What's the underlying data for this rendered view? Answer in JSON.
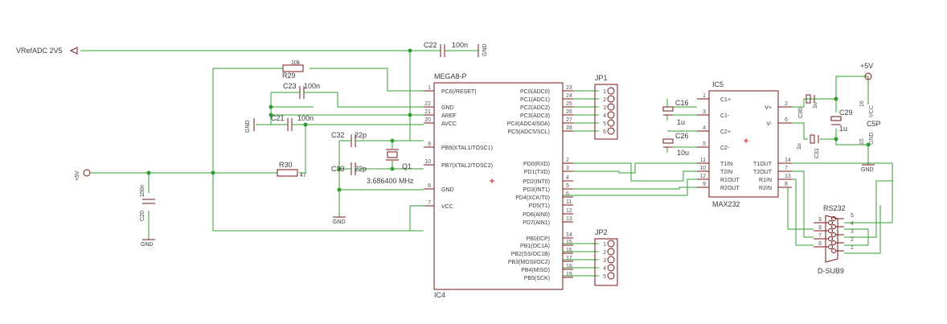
{
  "schematic": {
    "vref_label": "VRefADC 2V5",
    "plus5v": "+5V",
    "gnd": "GND",
    "c22": {
      "name": "C22",
      "value": "100n"
    },
    "r29": {
      "name": "R29",
      "value": "10k"
    },
    "c23": {
      "name": "C23",
      "value": "100n"
    },
    "c21": {
      "name": "C21",
      "value": "100n"
    },
    "c32": {
      "name": "C32",
      "value": "22p"
    },
    "c33": {
      "name": "C33",
      "value": "22p"
    },
    "q1": {
      "name": "Q1",
      "value": "3.686400 MHz"
    },
    "r30": {
      "name": "R30",
      "value": "47"
    },
    "c20": {
      "name": "C20",
      "value": "100n"
    },
    "ic4": {
      "type": "MEGA8-P",
      "name": "IC4",
      "left_pins": [
        {
          "num": "1",
          "label": "PC6(/RESET)"
        },
        {
          "num": "22",
          "label": "GND"
        },
        {
          "num": "21",
          "label": "AREF"
        },
        {
          "num": "20",
          "label": "AVCC"
        },
        {
          "num": "9",
          "label": "PB6(XTAL1/TOSC1)"
        },
        {
          "num": "10",
          "label": "PB7(XTAL2/TOSC2)"
        },
        {
          "num": "8",
          "label": "GND"
        },
        {
          "num": "7",
          "label": "VCC"
        }
      ],
      "right_pins": [
        {
          "num": "23",
          "label": "PC0(ADC0)"
        },
        {
          "num": "24",
          "label": "PC1(ADC1)"
        },
        {
          "num": "25",
          "label": "PC2(ADC2)"
        },
        {
          "num": "26",
          "label": "PC3(ADC3)"
        },
        {
          "num": "27",
          "label": "PC4(ADC4/SDA)"
        },
        {
          "num": "28",
          "label": "PC5(ADC5/SCL)"
        },
        {
          "num": "2",
          "label": "PD0(RXD)"
        },
        {
          "num": "3",
          "label": "PD1(TXD)"
        },
        {
          "num": "4",
          "label": "PD2(INT0)"
        },
        {
          "num": "5",
          "label": "PD3(INT1)"
        },
        {
          "num": "6",
          "label": "PD4(XCK/T0)"
        },
        {
          "num": "11",
          "label": "PD5(T1)"
        },
        {
          "num": "12",
          "label": "PD6(AIN0)"
        },
        {
          "num": "13",
          "label": "PD7(AIN1)"
        },
        {
          "num": "14",
          "label": "PB0(ICP)"
        },
        {
          "num": "15",
          "label": "PB1(OC1A)"
        },
        {
          "num": "16",
          "label": "PB2(SS/OC1B)"
        },
        {
          "num": "17",
          "label": "PB3(MOSI/OC2)"
        },
        {
          "num": "18",
          "label": "PB4(MISO)"
        },
        {
          "num": "19",
          "label": "PB5(SCK)"
        }
      ]
    },
    "jp1": {
      "name": "JP1",
      "pins": [
        "1",
        "2",
        "3",
        "4",
        "5",
        "6"
      ]
    },
    "jp2": {
      "name": "JP2",
      "pins": [
        "1",
        "2",
        "3",
        "4",
        "5"
      ]
    },
    "ic5": {
      "name": "IC5",
      "type": "MAX232",
      "left_pins": [
        {
          "num": "1",
          "label": "C1+"
        },
        {
          "num": "3",
          "label": "C1-"
        },
        {
          "num": "4",
          "label": "C2+"
        },
        {
          "num": "5",
          "label": "C2-"
        },
        {
          "num": "11",
          "label": "T1IN"
        },
        {
          "num": "10",
          "label": "T2IN"
        },
        {
          "num": "12",
          "label": "R1OUT"
        },
        {
          "num": "9",
          "label": "R2OUT"
        }
      ],
      "right_pins": [
        {
          "num": "2",
          "label": "V+"
        },
        {
          "num": "6",
          "label": "V-"
        },
        {
          "num": "14",
          "label": "T1OUT"
        },
        {
          "num": "7",
          "label": "T2OUT"
        },
        {
          "num": "13",
          "label": "R1IN"
        },
        {
          "num": "8",
          "label": "R2IN"
        }
      ],
      "power_pins": [
        "16",
        "15"
      ],
      "power_labels": [
        "VCC",
        "GND"
      ]
    },
    "c16": {
      "name": "C16",
      "value": "1u"
    },
    "c26": {
      "name": "C26",
      "value": "10u"
    },
    "c30": {
      "name": "C30",
      "value": "1u"
    },
    "c29": {
      "name": "C29",
      "value": "1u"
    },
    "c31": {
      "name": "C31",
      "value": "1u"
    },
    "c5p": "C5P",
    "rs232": {
      "name": "RS232",
      "type": "D-SUB9",
      "left_pins": [
        "9",
        "8",
        "7",
        "6"
      ],
      "right_pins": [
        "5",
        "4",
        "3",
        "2",
        "1"
      ]
    }
  }
}
